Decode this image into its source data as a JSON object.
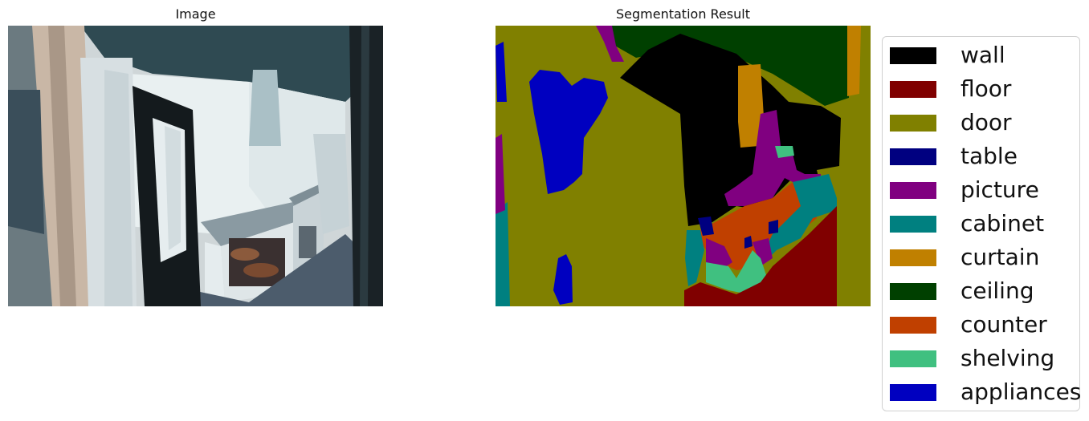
{
  "left_panel": {
    "title": "Image"
  },
  "right_panel": {
    "title": "Segmentation Result"
  },
  "legend": {
    "items": [
      {
        "label": "wall",
        "color": "#000000"
      },
      {
        "label": "floor",
        "color": "#800000"
      },
      {
        "label": "door",
        "color": "#808000"
      },
      {
        "label": "table",
        "color": "#000080"
      },
      {
        "label": "picture",
        "color": "#800080"
      },
      {
        "label": "cabinet",
        "color": "#008080"
      },
      {
        "label": "curtain",
        "color": "#c08000"
      },
      {
        "label": "ceiling",
        "color": "#004000"
      },
      {
        "label": "counter",
        "color": "#c04000"
      },
      {
        "label": "shelving",
        "color": "#40c080"
      },
      {
        "label": "appliances",
        "color": "#0000c0"
      }
    ]
  }
}
